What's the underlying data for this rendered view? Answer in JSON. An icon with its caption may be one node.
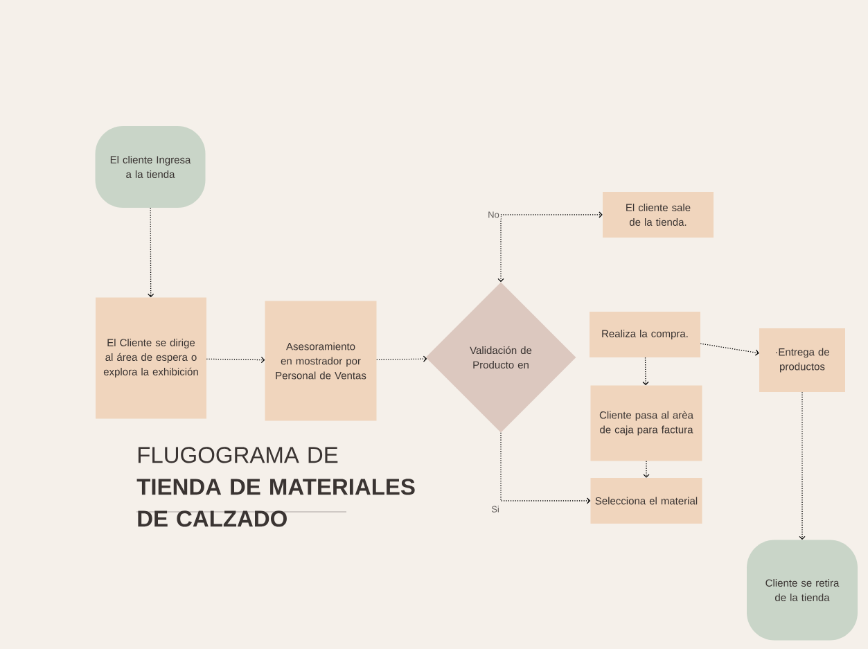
{
  "diagram": {
    "title": "FLUGOGRAMA DE **TIENDA DE MATERIALES DE CALZADO**",
    "nodes": [
      {
        "text": [
          "El cliente Ingresa a la tienda"
        ]
      },
      {
        "text": [
          "El Cliente se dirige al área de espera o explora la exhibición"
        ]
      },
      {
        "text": [
          "Asesoramiento en mostrador por Personal de Ventas"
        ]
      },
      {
        "text": [
          "Validación de Producto en"
        ]
      },
      {
        "text": [
          "El cliente sale de la tienda."
        ]
      },
      {
        "text": [
          "Realiza la compra."
        ]
      },
      {
        "text": [
          "·Entrega de productos"
        ]
      },
      {
        "text": [
          "Cliente pasa al arèa de caja para factura"
        ]
      },
      {
        "text": [
          "Selecciona el material"
        ]
      },
      {
        "text": [
          "Cliente se retira de la tienda"
        ]
      }
    ],
    "edges": [
      {
        "from": 0,
        "to": 1,
        "arrow": "to"
      },
      {
        "from": 1,
        "to": 2,
        "arrow": "to"
      },
      {
        "from": 2,
        "to": 3,
        "arrow": "to"
      },
      {
        "from": 3,
        "to": 4,
        "arrow": "both",
        "label": "No"
      },
      {
        "from": 3,
        "to": 8,
        "arrow": "to",
        "label": "Si"
      },
      {
        "from": 5,
        "to": 7,
        "arrow": "to"
      },
      {
        "from": 5,
        "to": 6,
        "arrow": "to"
      },
      {
        "from": 7,
        "to": 8,
        "arrow": "to"
      },
      {
        "from": 6,
        "to": 9,
        "arrow": "to"
      }
    ]
  }
}
